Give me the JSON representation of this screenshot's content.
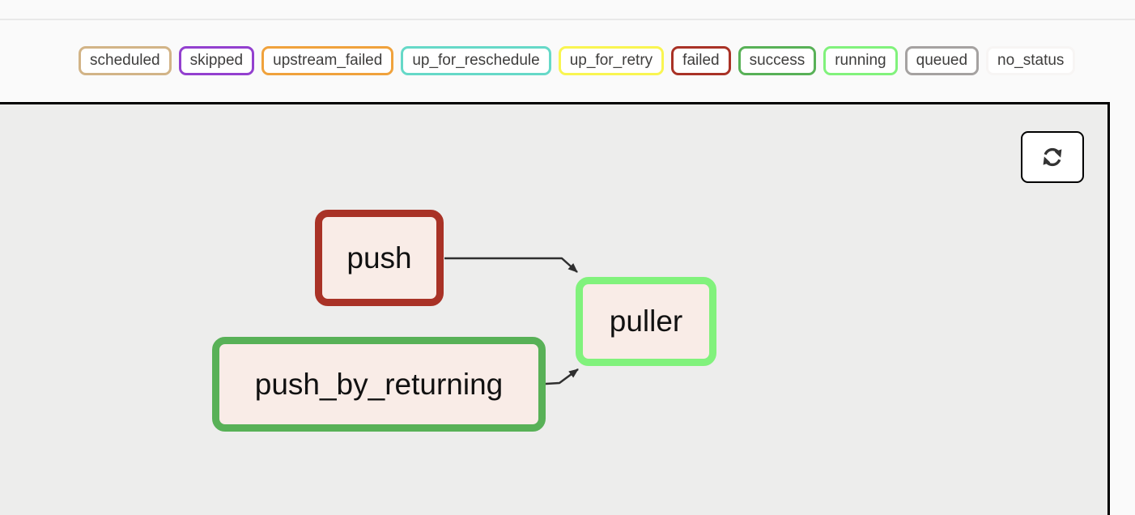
{
  "legend": {
    "items": [
      {
        "label": "scheduled",
        "color": "#d2b487"
      },
      {
        "label": "skipped",
        "color": "#9340cf"
      },
      {
        "label": "upstream_failed",
        "color": "#f0a23c"
      },
      {
        "label": "up_for_reschedule",
        "color": "#66d9c8"
      },
      {
        "label": "up_for_retry",
        "color": "#f9f551"
      },
      {
        "label": "failed",
        "color": "#a93226"
      },
      {
        "label": "success",
        "color": "#58b157"
      },
      {
        "label": "running",
        "color": "#81f27c"
      },
      {
        "label": "queued",
        "color": "#a5a2a1"
      },
      {
        "label": "no_status",
        "color": "#f7f5f4"
      }
    ]
  },
  "toolbar": {
    "refresh_icon": "refresh"
  },
  "graph": {
    "node_fill": "#f9ece7",
    "edge_color": "#2f2f2f",
    "nodes": [
      {
        "label": "push",
        "state": "failed",
        "border_color": "#a93226"
      },
      {
        "label": "puller",
        "state": "running",
        "border_color": "#81f27c"
      },
      {
        "label": "push_by_returning",
        "state": "success",
        "border_color": "#58b157"
      }
    ],
    "edges": [
      {
        "from": "push",
        "to": "puller"
      },
      {
        "from": "push_by_returning",
        "to": "puller"
      }
    ]
  },
  "colors": {
    "page_bg": "#fafafa",
    "graph_bg": "#ededec",
    "panel_border": "#000000"
  }
}
